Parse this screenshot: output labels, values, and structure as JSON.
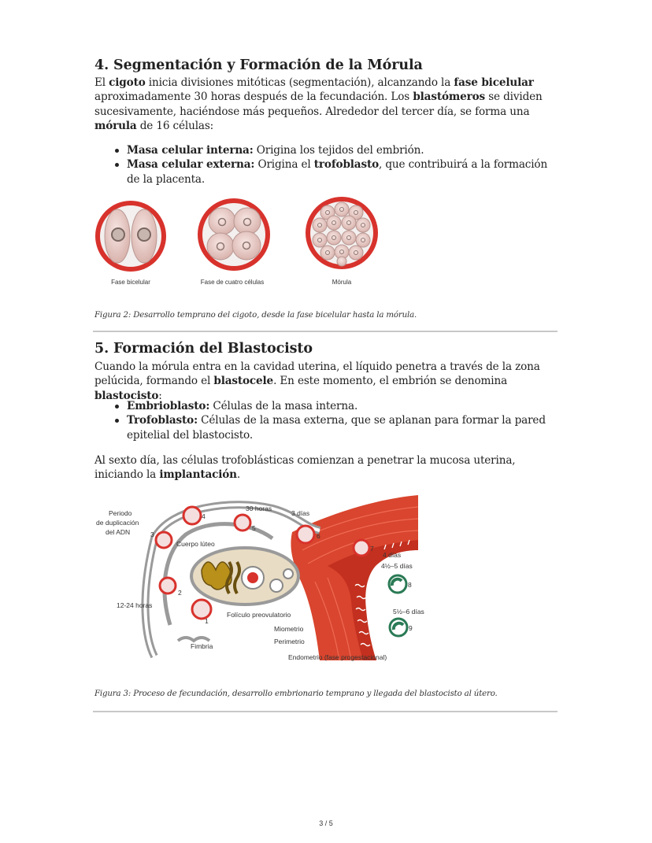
{
  "section4": {
    "title": "4. Segmentación y Formación de la Mórula",
    "paragraph": [
      {
        "t": "El ",
        "b": false
      },
      {
        "t": "cigoto",
        "b": true
      },
      {
        "t": " inicia divisiones mitóticas (segmentación), alcanzando la ",
        "b": false
      },
      {
        "t": "fase bicelular",
        "b": true
      },
      {
        "t": " aproximadamente 30 horas después de la fecundación. Los ",
        "b": false
      },
      {
        "t": "blastómeros",
        "b": true
      },
      {
        "t": " se dividen sucesivamente, haciéndose más pequeños. Alrededor del tercer día, se forma una ",
        "b": false
      },
      {
        "t": "mórula",
        "b": true
      },
      {
        "t": " de 16 células:",
        "b": false
      }
    ],
    "bullets": [
      {
        "term": "Masa celular interna:",
        "text": " Origina los tejidos del embrión."
      },
      {
        "term": "Masa celular externa:",
        "text_parts": [
          {
            "t": " Origina el ",
            "b": false
          },
          {
            "t": "trofoblasto",
            "b": true
          },
          {
            "t": ", que contribuirá a la formación de la placenta.",
            "b": false
          }
        ]
      }
    ],
    "figure": {
      "labels": [
        "Fase bicelular",
        "Fase de cuatro células",
        "Mórula"
      ],
      "caption": "Figura 2: Desarrollo temprano del cigoto, desde la fase bicelular hasta la mórula."
    }
  },
  "section5": {
    "title": "5. Formación del Blastocisto",
    "paragraph": [
      {
        "t": "Cuando la mórula entra en la cavidad uterina, el líquido penetra a través de la zona pelúcida, formando el ",
        "b": false
      },
      {
        "t": "blastocele",
        "b": true
      },
      {
        "t": ". En este momento, el embrión se denomina ",
        "b": false
      },
      {
        "t": "blastocisto",
        "b": true
      },
      {
        "t": ":",
        "b": false
      }
    ],
    "bullets": [
      {
        "term": "Embrioblasto:",
        "text": " Células de la masa interna."
      },
      {
        "term": "Trofoblasto:",
        "text": " Células de la masa externa, que se aplanan para formar la pared epitelial del blastocisto."
      }
    ],
    "paragraph2": [
      {
        "t": "Al sexto día, las células trofoblásticas comienzan a penetrar la mucosa uterina, iniciando la ",
        "b": false
      },
      {
        "t": "implantación",
        "b": true
      },
      {
        "t": ".",
        "b": false
      }
    ],
    "figure": {
      "labels": {
        "periodo": "Periodo",
        "duplicacion": "de duplicación",
        "adn": "del ADN",
        "horas30": "30 horas",
        "dias3": "3 días",
        "cuerpo": "Cuerpo lúteo",
        "dias4": "4 días",
        "dias45": "4½–5 días",
        "horas1224": "12-24 horas",
        "foliculo": "Folículo preovulatorio",
        "dias56": "5½–6 días",
        "miometrio": "Miometrio",
        "perimetrio": "Perimetrio",
        "fimbria": "Fimbria",
        "endometrio": "Endometrio (fase progestacional)",
        "n1": "1",
        "n2": "2",
        "n3": "3",
        "n4": "4",
        "n5": "5",
        "n6": "6",
        "n7": "7",
        "n8": "8",
        "n9": "9"
      },
      "caption": "Figura 3: Proceso de fecundación, desarrollo embrionario temprano y llegada del blastocisto al útero."
    }
  },
  "footer": {
    "page": "3 / 5"
  },
  "colors": {
    "red": "#d8322c",
    "darkred": "#b8261f",
    "muscle": "#d9452e",
    "gray": "#8a8a8a"
  }
}
